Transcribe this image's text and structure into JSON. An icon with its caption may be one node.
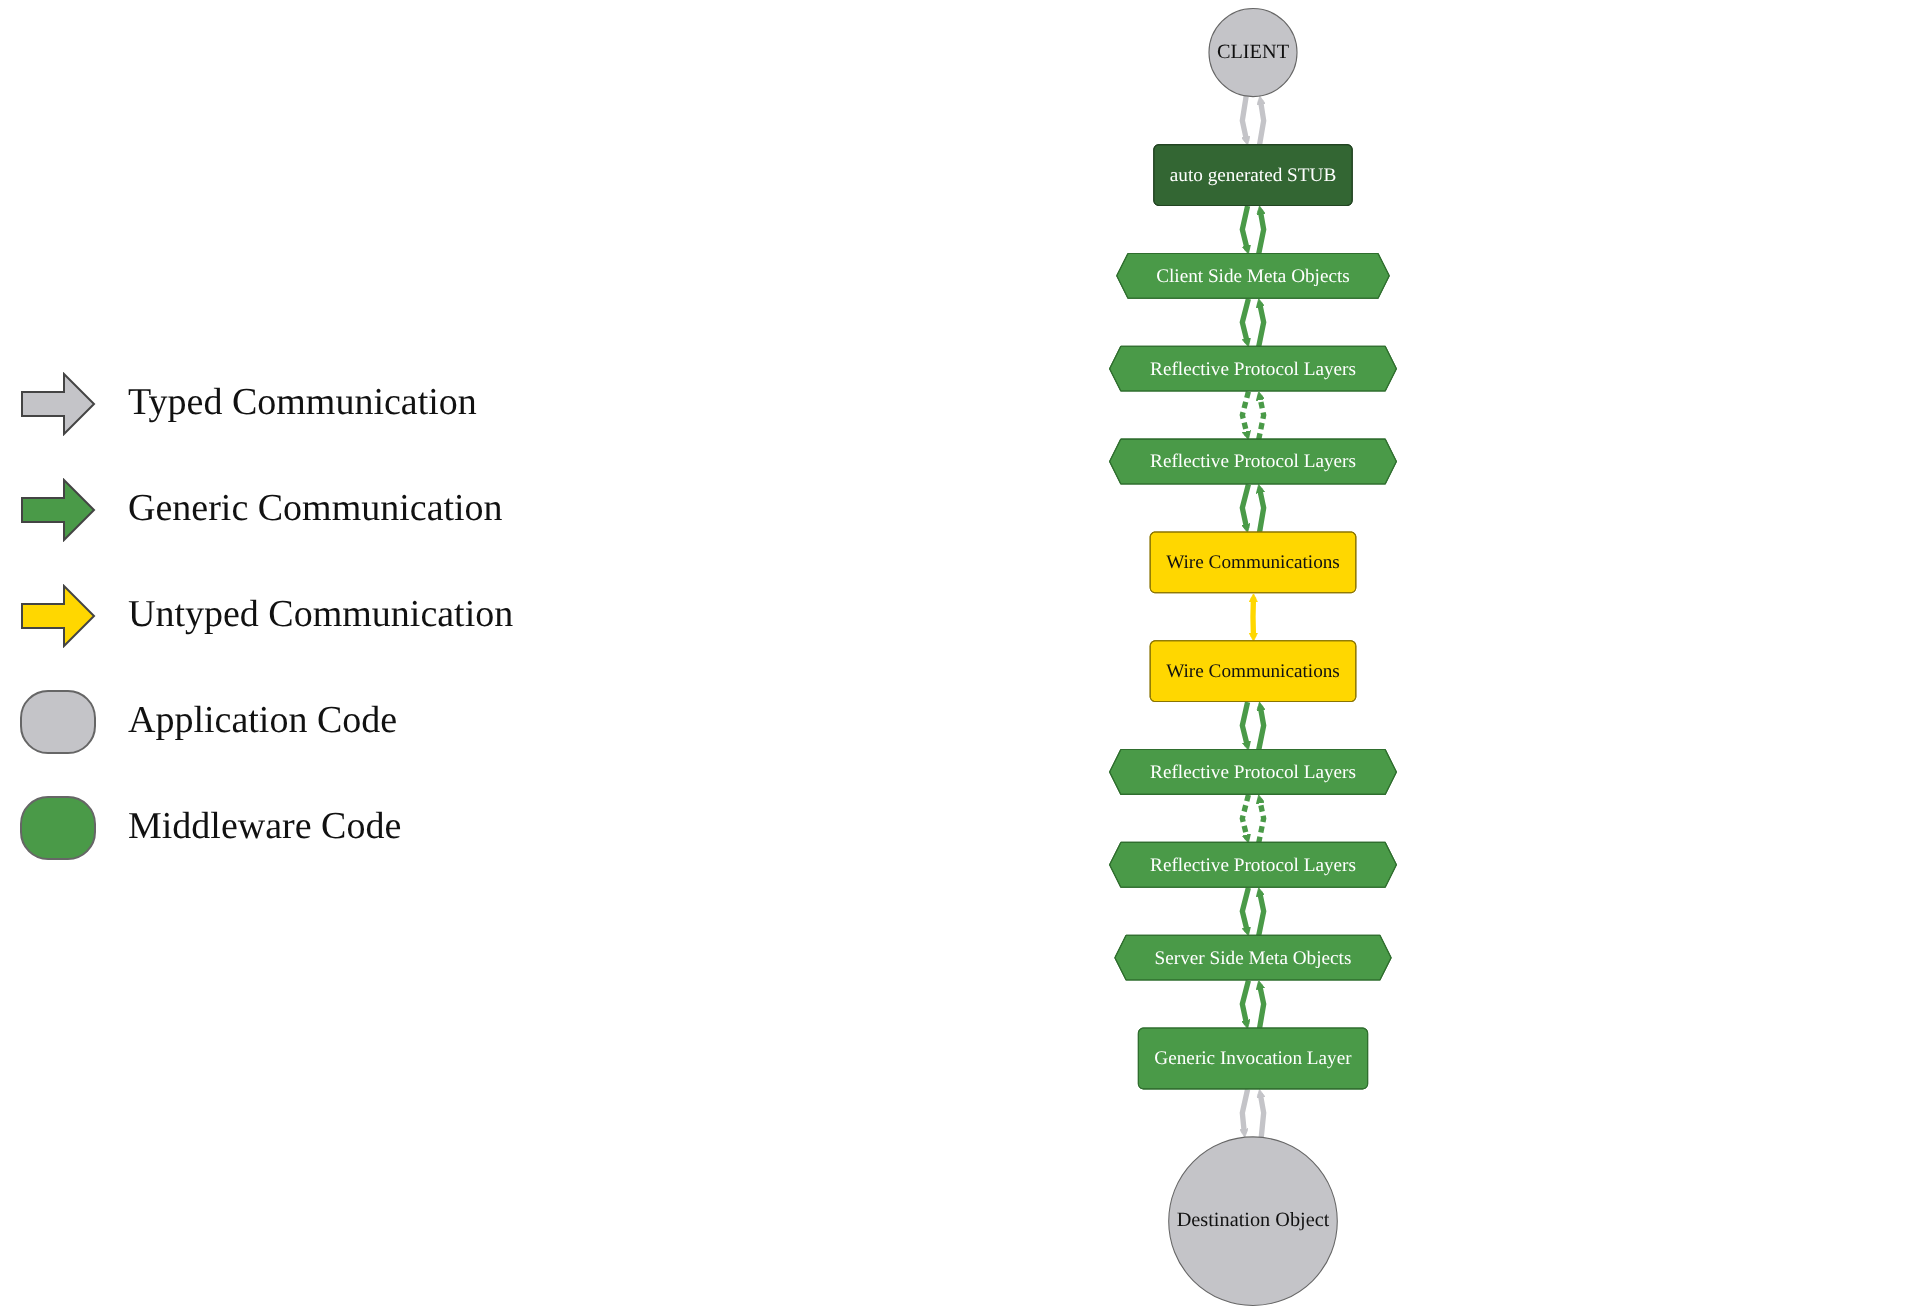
{
  "diagram": {
    "nodes": [
      {
        "text": [
          "CLIENT"
        ]
      },
      {
        "text": [
          "Destination Object"
        ]
      },
      {
        "text": [
          "auto generated STUB"
        ]
      },
      {
        "text": [
          "Generic Invocation Layer"
        ]
      },
      {
        "text": [
          "Client Side Meta Objects"
        ]
      },
      {
        "text": [
          "Server Side Meta Objects"
        ]
      },
      {
        "text": [
          "Reflective Protocol Layers"
        ]
      },
      {
        "text": [
          "Reflective Protocol Layers"
        ]
      },
      {
        "text": [
          "Reflective Protocol Layers"
        ]
      },
      {
        "text": [
          "Reflective Protocol Layers"
        ]
      },
      {
        "text": [
          "Wire Communications"
        ]
      },
      {
        "text": [
          "Wire Communications"
        ]
      }
    ],
    "edges": [
      {
        "from": 0,
        "to": 2,
        "arrow": "to",
        "color": "#c4c4c8"
      },
      {
        "from": 2,
        "to": 0,
        "arrow": "to",
        "color": "#c4c4c8"
      },
      {
        "from": 2,
        "to": 4,
        "arrow": "to"
      },
      {
        "from": 4,
        "to": 2,
        "arrow": "to"
      },
      {
        "from": 4,
        "to": 6,
        "arrow": "to"
      },
      {
        "from": 6,
        "to": 4,
        "arrow": "to"
      },
      {
        "from": 6,
        "to": 8,
        "arrow": "to",
        "style": "dashed"
      },
      {
        "from": 8,
        "to": 6,
        "arrow": "to",
        "style": "dashed"
      },
      {
        "from": 8,
        "to": 10,
        "arrow": "to"
      },
      {
        "from": 10,
        "to": 8,
        "arrow": "to"
      },
      {
        "from": 1,
        "to": 3,
        "arrow": "to",
        "color": "#c4c4c8"
      },
      {
        "from": 3,
        "to": 1,
        "arrow": "to",
        "color": "#c4c4c8"
      },
      {
        "from": 3,
        "to": 5,
        "arrow": "to"
      },
      {
        "from": 5,
        "to": 3,
        "arrow": "to"
      },
      {
        "from": 5,
        "to": 7,
        "arrow": "to"
      },
      {
        "from": 7,
        "to": 5,
        "arrow": "to"
      },
      {
        "from": 7,
        "to": 9,
        "arrow": "to",
        "style": "dashed"
      },
      {
        "from": 9,
        "to": 7,
        "arrow": "to",
        "style": "dashed"
      },
      {
        "from": 9,
        "to": 11,
        "arrow": "to"
      },
      {
        "from": 11,
        "to": 9,
        "arrow": "to"
      },
      {
        "from": 10,
        "to": 11,
        "arrow": "both",
        "color": "#ffd700"
      }
    ],
    "legend": [
      {
        "text": "Typed Communication"
      },
      {
        "text": "Generic Communication"
      },
      {
        "text": "Untyped Communication"
      },
      {
        "text": "Application Code",
        "color": "#c4c4c8"
      },
      {
        "text": "Middleware Code",
        "color": "#4a9a48"
      }
    ]
  }
}
